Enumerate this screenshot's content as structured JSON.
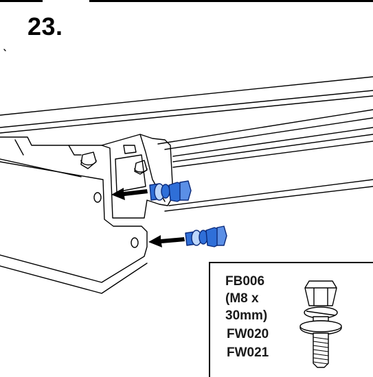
{
  "step": {
    "number": "23."
  },
  "parts": {
    "bolt_code": "FB006",
    "bolt_spec_line1": "(M8 x",
    "bolt_spec_line2": "30mm)",
    "washer1_code": "FW020",
    "washer2_code": "FW021"
  },
  "icons": {
    "bolt": "hex-bolt-with-washers-icon",
    "arrow": "insert-direction-arrow-icon"
  },
  "colors": {
    "ink": "#000000",
    "fastener_blue": "#2f6fd8",
    "fastener_light": "#bcd6fb"
  }
}
